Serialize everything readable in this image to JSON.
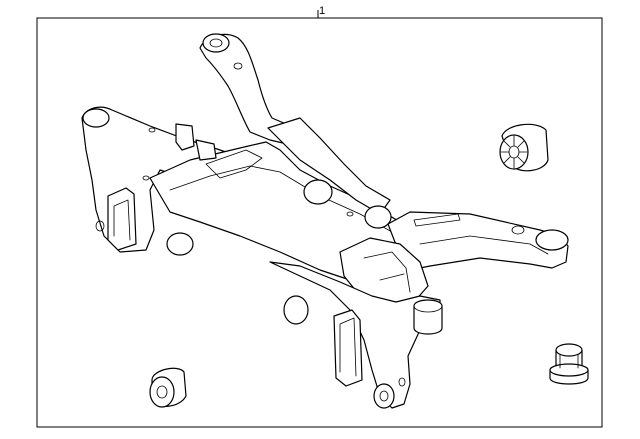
{
  "diagram": {
    "callout_label": "1",
    "parts": [
      {
        "name": "crossmember-frame"
      },
      {
        "name": "cylindrical-bushing-upper-right"
      },
      {
        "name": "flanged-bushing-lower-right"
      },
      {
        "name": "cylindrical-bushing-lower-left"
      }
    ],
    "colors": {
      "line": "#000000",
      "background": "#ffffff"
    }
  }
}
